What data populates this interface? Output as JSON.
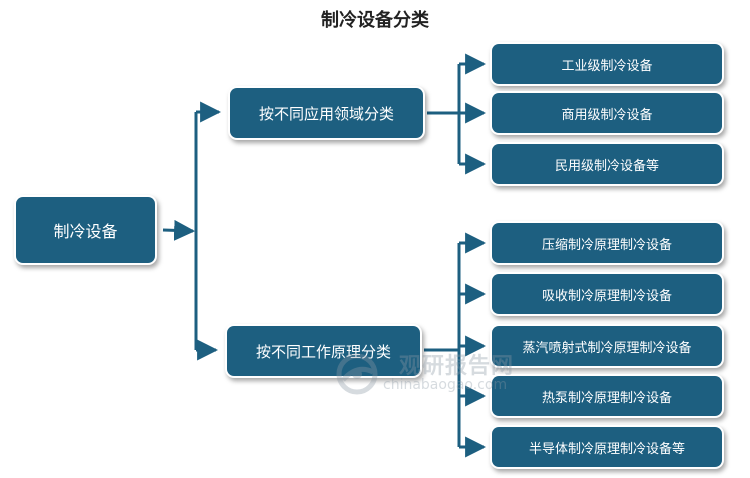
{
  "title": "制冷设备分类",
  "root": {
    "label": "制冷设备"
  },
  "categories": [
    {
      "label": "按不同应用领域分类",
      "items": [
        "工业级制冷设备",
        "商用级制冷设备",
        "民用级制冷设备等"
      ]
    },
    {
      "label": "按不同工作原理分类",
      "items": [
        "压缩制冷原理制冷设备",
        "吸收制冷原理制冷设备",
        "蒸汽喷射式制冷原理制冷设备",
        "热泵制冷原理制冷设备",
        "半导体制冷原理制冷设备等"
      ]
    }
  ],
  "watermark": {
    "cn": "观研报告网",
    "en": "chinabaogao.com"
  },
  "colors": {
    "box": "#1d5f80",
    "connector": "#1d5f80"
  }
}
